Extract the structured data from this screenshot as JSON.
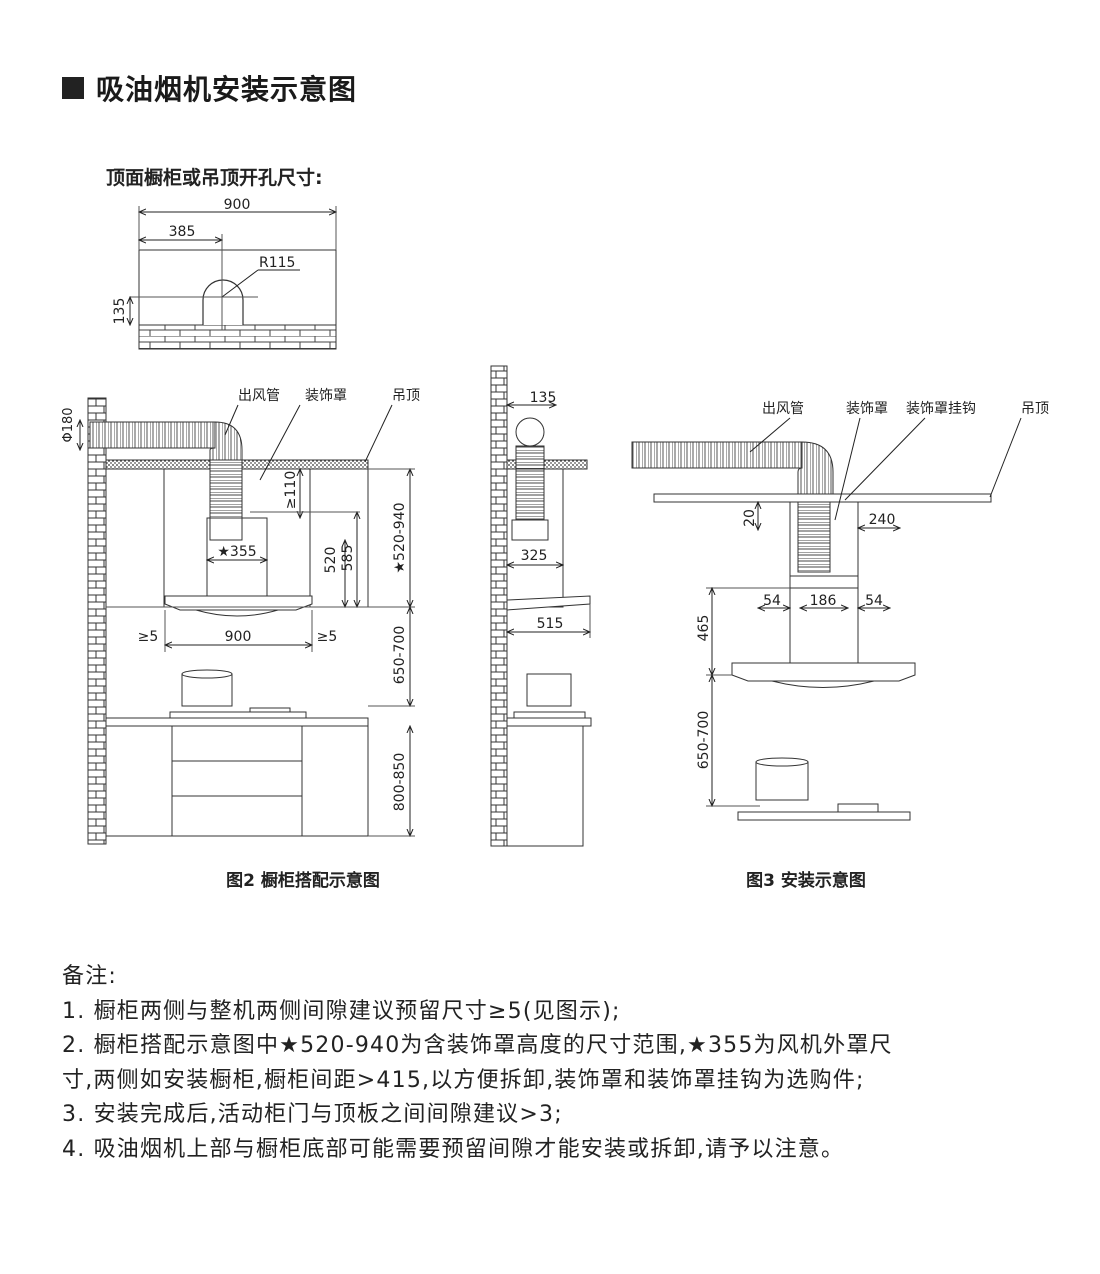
{
  "header": {
    "title": "吸油烟机安装示意图"
  },
  "top_view": {
    "title": "顶面橱柜或吊顶开孔尺寸:",
    "width": "900",
    "offset": "385",
    "radius": "R115",
    "height": "135"
  },
  "fig2": {
    "caption": "图2 橱柜搭配示意图",
    "labels": {
      "duct": "出风管",
      "cover": "装饰罩",
      "ceiling": "吊顶"
    },
    "dims": {
      "diameter": "Φ180",
      "gap_top": "≥110",
      "cover_width": "★355",
      "d520": "520",
      "d585": "585",
      "range": "★520-940",
      "gap_left": "≥5",
      "hood_width": "900",
      "gap_right": "≥5",
      "hood_height": "650-700",
      "counter_height": "800-850"
    },
    "side": {
      "d135": "135",
      "d325": "325",
      "d515": "515"
    }
  },
  "fig3": {
    "caption": "图3 安装示意图",
    "labels": {
      "duct": "出风管",
      "cover": "装饰罩",
      "hook": "装饰罩挂钩",
      "ceiling": "吊顶"
    },
    "dims": {
      "d20": "20",
      "d240": "240",
      "d54a": "54",
      "d186": "186",
      "d54b": "54",
      "d465": "465",
      "d650": "650-700"
    }
  },
  "notes": {
    "title": "备注:",
    "line1": "1. 橱柜两侧与整机两侧间隙建议预留尺寸≥5(见图示);",
    "line2a": "2. 橱柜搭配示意图中★520-940为含装饰罩高度的尺寸范围,★355为风机外罩尺",
    "line2b": "寸,两侧如安装橱柜,橱柜间距>415,以方便拆卸,装饰罩和装饰罩挂钩为选购件;",
    "line3": "3. 安装完成后,活动柜门与顶板之间间隙建议>3;",
    "line4": "4. 吸油烟机上部与橱柜底部可能需要预留间隙才能安装或拆卸,请予以注意。"
  }
}
